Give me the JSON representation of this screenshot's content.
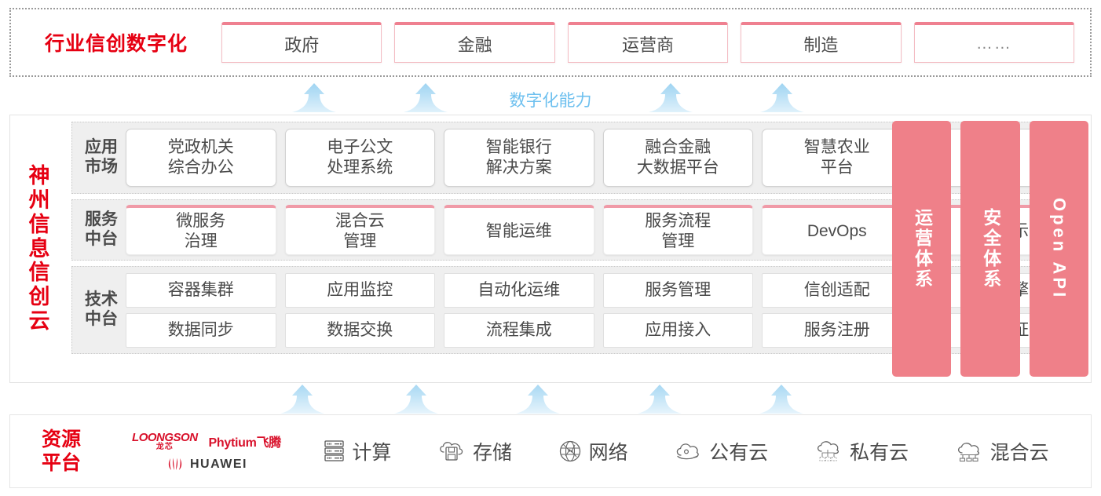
{
  "industry": {
    "title": "行业信创数字化",
    "tabs": [
      {
        "label": "政府"
      },
      {
        "label": "金融"
      },
      {
        "label": "运营商"
      },
      {
        "label": "制造"
      },
      {
        "label": "……"
      }
    ]
  },
  "capability_band": {
    "label": "数字化能力",
    "arrow_count": 4
  },
  "lower_band": {
    "arrow_count": 5
  },
  "cloud": {
    "title_chars": [
      "神",
      "州",
      "信",
      "息",
      "信",
      "创",
      "云"
    ],
    "rows": [
      {
        "label": "应用\n市场",
        "label_line1": "应用",
        "label_line2": "市场",
        "style": "rounded",
        "cards": [
          {
            "line1": "党政机关",
            "line2": "综合办公"
          },
          {
            "line1": "电子公文",
            "line2": "处理系统"
          },
          {
            "line1": "智能银行",
            "line2": "解决方案"
          },
          {
            "line1": "融合金融",
            "line2": "大数据平台"
          },
          {
            "line1": "智慧农业",
            "line2": "平台"
          },
          {
            "line1": "……",
            "line2": "",
            "dots": true
          }
        ]
      },
      {
        "label_line1": "服务",
        "label_line2": "中台",
        "style": "topline",
        "cards": [
          {
            "line1": "微服务",
            "line2": "治理"
          },
          {
            "line1": "混合云",
            "line2": "管理"
          },
          {
            "line1": "智能运维",
            "line2": ""
          },
          {
            "line1": "服务流程",
            "line2": "管理"
          },
          {
            "line1": "DevOps",
            "line2": ""
          },
          {
            "line1": "大屏展示",
            "line2": ""
          }
        ]
      },
      {
        "label_line1": "技术",
        "label_line2": "中台",
        "style": "plain",
        "rows": [
          [
            "容器集群",
            "应用监控",
            "自动化运维",
            "服务管理",
            "信创适配",
            "流程引擎"
          ],
          [
            "数据同步",
            "数据交换",
            "流程集成",
            "应用接入",
            "服务注册",
            "统一认证"
          ]
        ]
      }
    ],
    "pillars": [
      {
        "text": "运营体系",
        "orientation": "upright"
      },
      {
        "text": "安全体系",
        "orientation": "upright"
      },
      {
        "text": "Open API",
        "orientation": "mixed"
      }
    ]
  },
  "resource": {
    "title_line1": "资源",
    "title_line2": "平台",
    "vendors": [
      {
        "name": "LOONGSON",
        "cn": "龙芯",
        "type": "loongson"
      },
      {
        "name": "Phytium飞腾",
        "type": "phytium"
      },
      {
        "name": "HUAWEI",
        "type": "huawei"
      }
    ],
    "items": [
      {
        "label": "计算",
        "icon": "server-icon"
      },
      {
        "label": "存储",
        "icon": "cloud-storage-icon"
      },
      {
        "label": "网络",
        "icon": "network-globe-icon"
      },
      {
        "label": "公有云",
        "icon": "public-cloud-icon"
      },
      {
        "label": "私有云",
        "icon": "private-cloud-icon"
      },
      {
        "label": "混合云",
        "icon": "hybrid-cloud-icon"
      }
    ]
  },
  "colors": {
    "brand_red": "#e60012",
    "pink": "#ef8089",
    "pink_border": "#f09aa7",
    "arrow_blue": "#aedcf5",
    "label_blue": "#6ec0ef",
    "band_grey": "#efefef"
  }
}
